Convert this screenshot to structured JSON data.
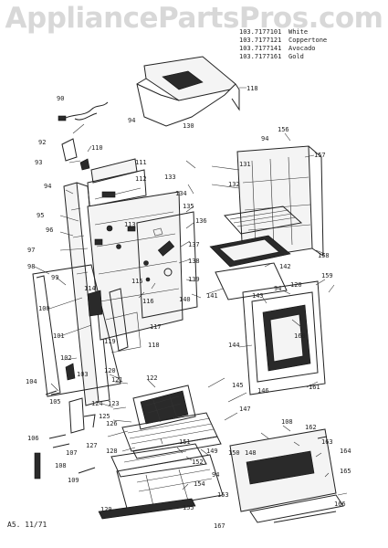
{
  "watermark": "AppliancePartsPros.com",
  "models": [
    {
      "number": "103.7177101",
      "color": "White"
    },
    {
      "number": "103.7177121",
      "color": "Coppertone"
    },
    {
      "number": "103.7177141",
      "color": "Avocado"
    },
    {
      "number": "103.7177161",
      "color": "Gold"
    }
  ],
  "date_code": "A5. 11/71",
  "labels": {
    "l90": "90",
    "l94a": "94",
    "l130": "130",
    "l118a": "118",
    "l92": "92",
    "l93": "93",
    "l110": "110",
    "l111": "111",
    "l112": "112",
    "l133": "133",
    "l134": "134",
    "l135": "135",
    "l94b": "94",
    "l95": "95",
    "l113": "113",
    "l136": "136",
    "l96": "96",
    "l137": "137",
    "l97": "97",
    "l138": "138",
    "l98": "98",
    "l99": "99",
    "l115": "115",
    "l139": "139",
    "l114": "114",
    "l116": "116",
    "l140": "140",
    "l100": "100",
    "l117": "117",
    "l101": "101",
    "l119": "119",
    "l118b": "118",
    "l102": "102",
    "l103": "103",
    "l104": "104",
    "l105": "105",
    "l120a": "120",
    "l121": "121",
    "l124": "124",
    "l122": "122",
    "l123": "123",
    "l125": "125",
    "l126": "126",
    "l127": "127",
    "l106": "106",
    "l107": "107",
    "l128": "128",
    "l108a": "108",
    "l109": "109",
    "l129": "129",
    "l155": "155",
    "l154": "154",
    "l153": "153",
    "l167": "167",
    "l151": "151",
    "l152": "152",
    "l94c": "94",
    "l150": "150",
    "l149": "149",
    "l147": "147",
    "l146": "146",
    "l145": "145",
    "l148": "148",
    "l108b": "108",
    "l162": "162",
    "l163": "163",
    "l164": "164",
    "l165": "165",
    "l166": "166",
    "l156": "156",
    "l94d": "94",
    "l157": "157",
    "l131": "131",
    "l132": "132",
    "l142": "142",
    "l158": "158",
    "l141": "141",
    "l143": "143",
    "l159": "159",
    "l94e": "94",
    "l120b": "120",
    "l160": "160",
    "l144": "144",
    "l161": "161"
  }
}
